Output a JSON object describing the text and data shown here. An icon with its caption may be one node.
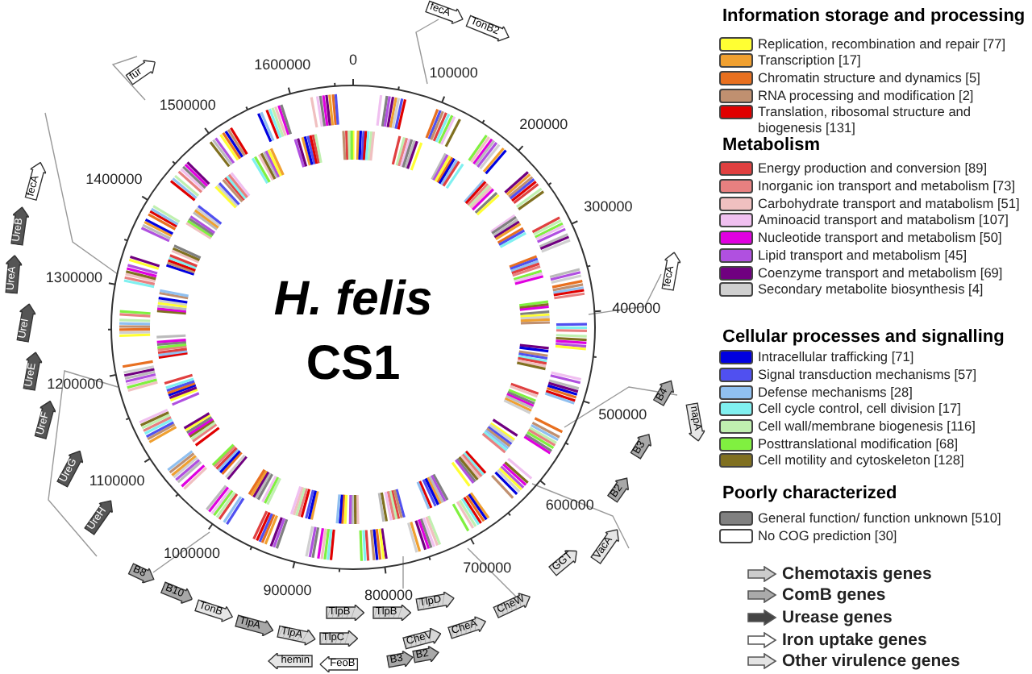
{
  "diagram": {
    "nodes": [
      {
        "text": [
          "fecA"
        ]
      },
      {
        "text": [
          "TonB2"
        ]
      },
      {
        "text": [
          "fur"
        ]
      },
      {
        "text": [
          "fecA"
        ]
      },
      {
        "text": [
          "UreB"
        ]
      },
      {
        "text": [
          "UreA"
        ]
      },
      {
        "text": [
          "UreI"
        ]
      },
      {
        "text": [
          "UreE"
        ]
      },
      {
        "text": [
          "UreF"
        ]
      },
      {
        "text": [
          "UreG"
        ]
      },
      {
        "text": [
          "UreH"
        ]
      },
      {
        "text": [
          "fecA"
        ]
      },
      {
        "text": [
          "B4"
        ]
      },
      {
        "text": [
          "napA"
        ]
      },
      {
        "text": [
          "B3"
        ]
      },
      {
        "text": [
          "B2"
        ]
      },
      {
        "text": [
          "VacA"
        ]
      },
      {
        "text": [
          "GGT"
        ]
      },
      {
        "text": [
          "CheW"
        ]
      },
      {
        "text": [
          "CheA"
        ]
      },
      {
        "text": [
          "CheV"
        ]
      },
      {
        "text": [
          "TlpD"
        ]
      },
      {
        "text": [
          "TlpB"
        ]
      },
      {
        "text": [
          "TlpB"
        ]
      },
      {
        "text": [
          "TlpC"
        ]
      },
      {
        "text": [
          "TlpA"
        ]
      },
      {
        "text": [
          "TlpA"
        ]
      },
      {
        "text": [
          "TonB"
        ]
      },
      {
        "text": [
          "B10"
        ]
      },
      {
        "text": [
          "B8"
        ]
      },
      {
        "text": [
          "B3"
        ]
      },
      {
        "text": [
          "B2"
        ]
      },
      {
        "text": [
          "hemin"
        ]
      },
      {
        "text": [
          "FeoB"
        ]
      }
    ],
    "labels": [
      "H. felis",
      "CS1",
      "0",
      "100000",
      "200000",
      "300000",
      "400000",
      "500000",
      "600000",
      "700000",
      "800000",
      "900000",
      "1000000",
      "1100000",
      "1200000",
      "1300000",
      "1400000",
      "1500000",
      "1600000",
      "Information storage and processing",
      "Metabolism",
      "Cellular processes and signalling",
      "Poorly characterized"
    ],
    "legend": [
      {
        "text": "Replication, recombination and repair [77]",
        "color": "#ffff33"
      },
      {
        "text": "Transcription [17]",
        "color": "#f0a030"
      },
      {
        "text": "Chromatin structure and dynamics [5]",
        "color": "#e87020"
      },
      {
        "text": "RNA processing and modification [2]",
        "color": "#c09070"
      },
      {
        "text": "Translation, ribosomal structure and biogenesis [131]",
        "color": "#e00000"
      },
      {
        "text": "Energy production and conversion [89]",
        "color": "#e04040"
      },
      {
        "text": "Inorganic ion transport and metabolism [73]",
        "color": "#e88080"
      },
      {
        "text": "Carbohydrate transport and matabolism [51]",
        "color": "#f0c0c0"
      },
      {
        "text": "Aminoacid transport and matabolism [107]",
        "color": "#f0c0f0"
      },
      {
        "text": "Nucleotide transport and metabolism [50]",
        "color": "#e000e0"
      },
      {
        "text": "Lipid transport and metabolism [45]",
        "color": "#b050e0"
      },
      {
        "text": "Coenzyme transport and metabolism [69]",
        "color": "#700080"
      },
      {
        "text": "Secondary metabolite biosynthesis [4]",
        "color": "#d0d0d0"
      },
      {
        "text": "Intracellular trafficking [71]",
        "color": "#0000e0"
      },
      {
        "text": "Signal transduction mechanisms [57]",
        "color": "#5050f0"
      },
      {
        "text": "Defense mechanisms [28]",
        "color": "#90c0f0"
      },
      {
        "text": "Cell cycle control, cell division [17]",
        "color": "#80f0f0"
      },
      {
        "text": "Cell wall/membrane biogenesis [116]",
        "color": "#c0f0b0"
      },
      {
        "text": "Posttranslational modification [68]",
        "color": "#80f040"
      },
      {
        "text": "Cell motility and cytoskeleton [128]",
        "color": "#807020"
      },
      {
        "text": "General function/ function unknown [510]",
        "color": "#808080"
      },
      {
        "text": "No COG prediction [30]",
        "color": "#ffffff"
      },
      {
        "text": "Chemotaxis genes"
      },
      {
        "text": "ComB genes"
      },
      {
        "text": "Urease genes"
      },
      {
        "text": "Iron uptake genes"
      },
      {
        "text": "Other virulence genes"
      }
    ]
  }
}
